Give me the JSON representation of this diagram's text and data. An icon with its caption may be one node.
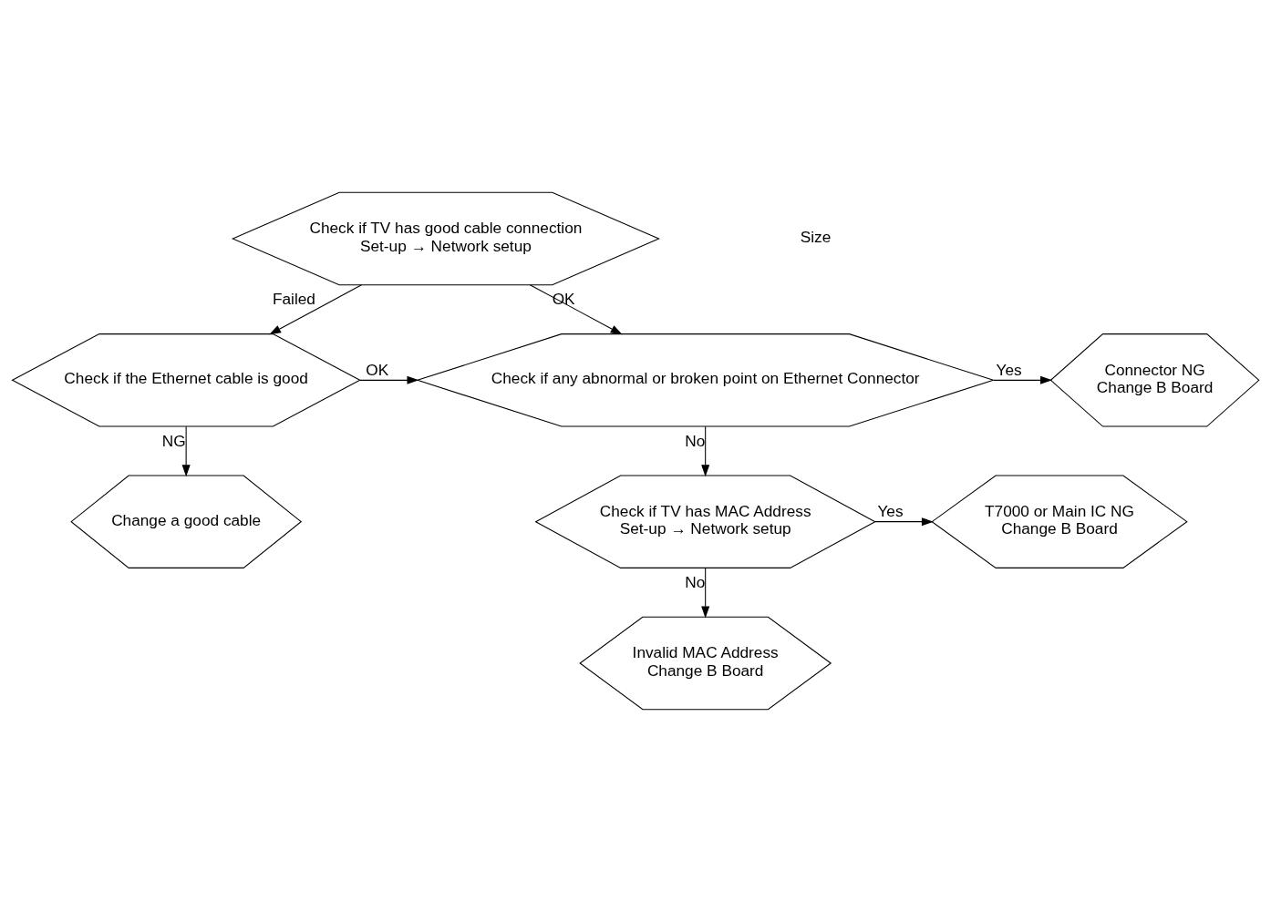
{
  "diagram": {
    "nodes": [
      {
        "text": [
          "Check if TV has good cable connection",
          "Set-up → Network setup"
        ]
      },
      {
        "text": [
          "Check if the Ethernet cable is good"
        ]
      },
      {
        "text": [
          "Check if any abnormal or broken point on Ethernet Connector"
        ]
      },
      {
        "text": [
          "Connector NG",
          "Change B Board"
        ]
      },
      {
        "text": [
          "Change a good cable"
        ]
      },
      {
        "text": [
          "Check if TV has MAC Address",
          "Set-up → Network setup"
        ]
      },
      {
        "text": [
          "T7000 or Main IC NG",
          "Change B Board"
        ]
      },
      {
        "text": [
          "Invalid MAC Address",
          "Change B Board"
        ]
      }
    ],
    "edges": [
      {
        "from": 0,
        "to": 2,
        "label": "OK",
        "arrow": "to"
      },
      {
        "from": 0,
        "to": 1,
        "label": "Failed",
        "arrow": "to"
      },
      {
        "from": 1,
        "to": 2,
        "label": "OK",
        "arrow": "to"
      },
      {
        "from": 2,
        "to": 3,
        "label": "Yes",
        "arrow": "to"
      },
      {
        "from": 1,
        "to": 4,
        "label": "NG",
        "arrow": "to"
      },
      {
        "from": 2,
        "to": 5,
        "label": "No",
        "arrow": "to"
      },
      {
        "from": 5,
        "to": 6,
        "label": "Yes",
        "arrow": "to"
      },
      {
        "from": 5,
        "to": 7,
        "label": "No",
        "arrow": "to"
      }
    ],
    "labels": [
      "Size"
    ]
  }
}
